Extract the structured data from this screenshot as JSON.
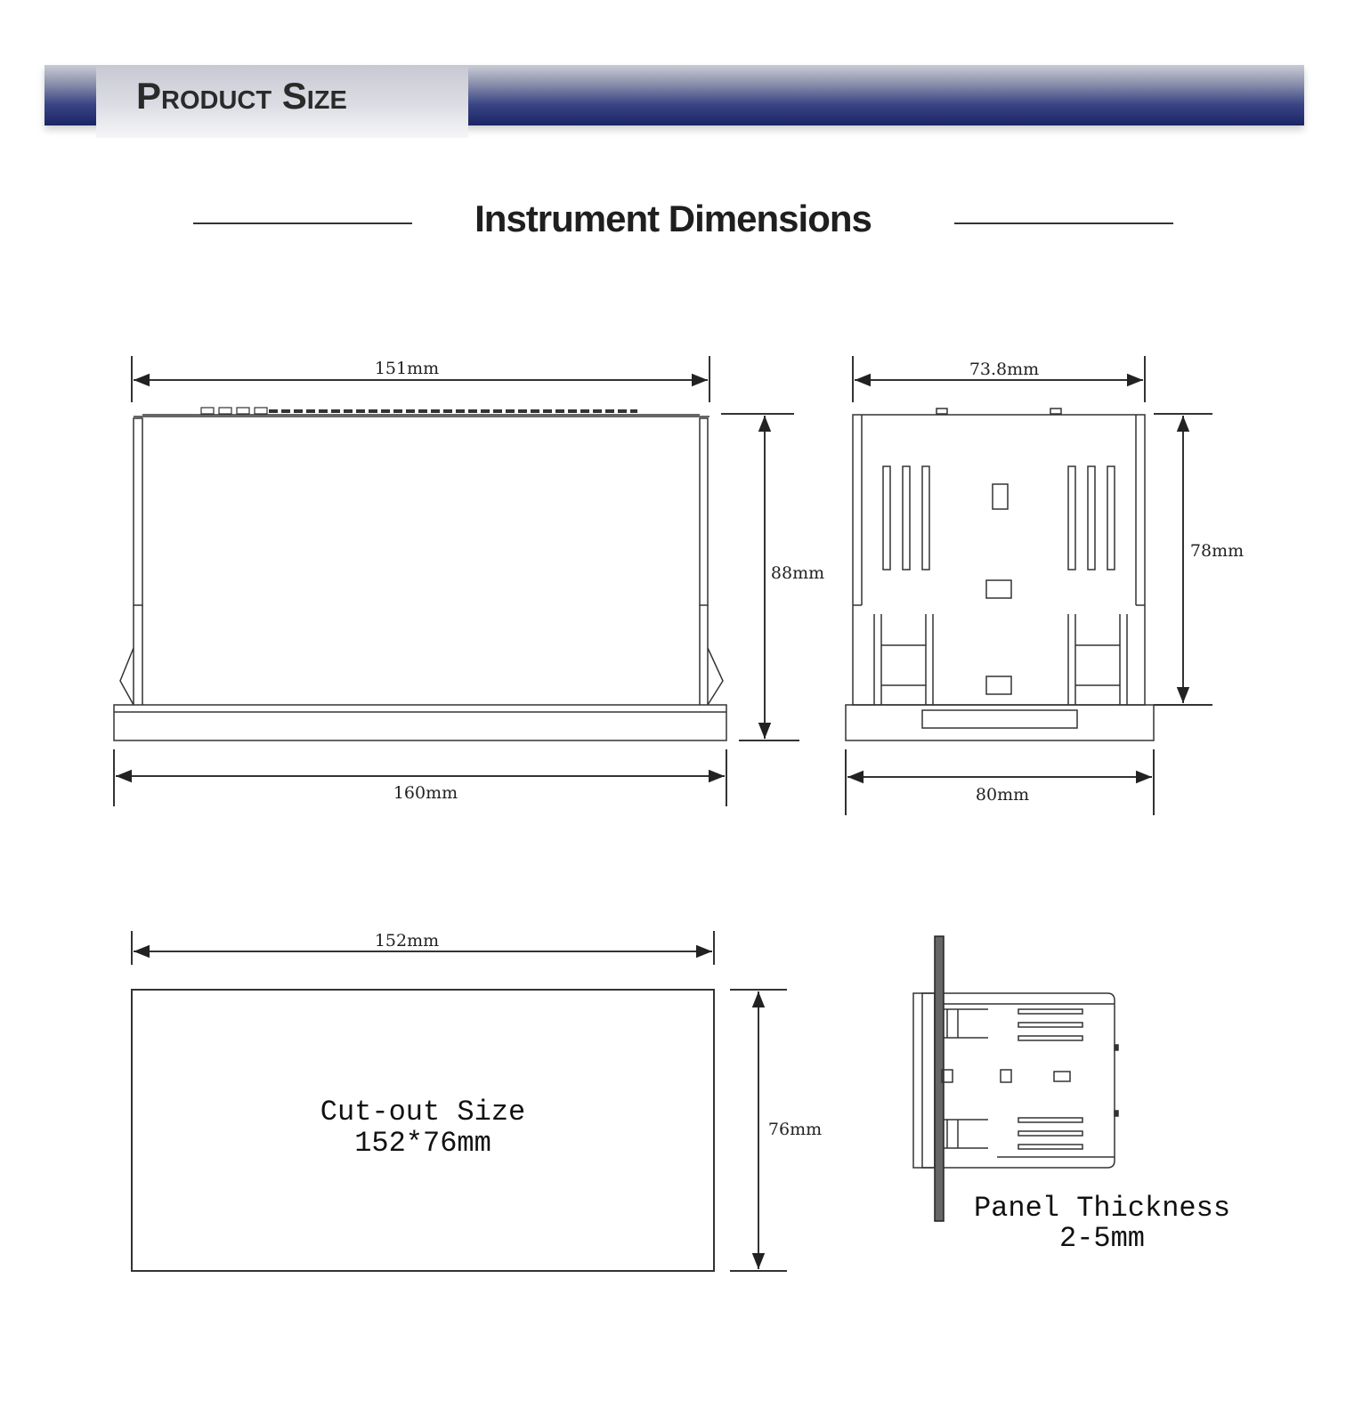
{
  "header": {
    "title": "Product Size"
  },
  "section": {
    "title": "Instrument Dimensions"
  },
  "front_view": {
    "top_width": "151mm",
    "height": "88mm",
    "bottom_width": "160mm"
  },
  "side_view": {
    "top_width": "73.8mm",
    "height": "78mm",
    "bottom_width": "80mm"
  },
  "cutout": {
    "width": "152mm",
    "height": "76mm",
    "label_line1": "Cut-out Size",
    "label_line2": "152*76mm"
  },
  "panel": {
    "label_line1": "Panel Thickness",
    "label_line2": "2-5mm"
  },
  "colors": {
    "banner_dark": "#1b2566",
    "line": "#222222"
  }
}
